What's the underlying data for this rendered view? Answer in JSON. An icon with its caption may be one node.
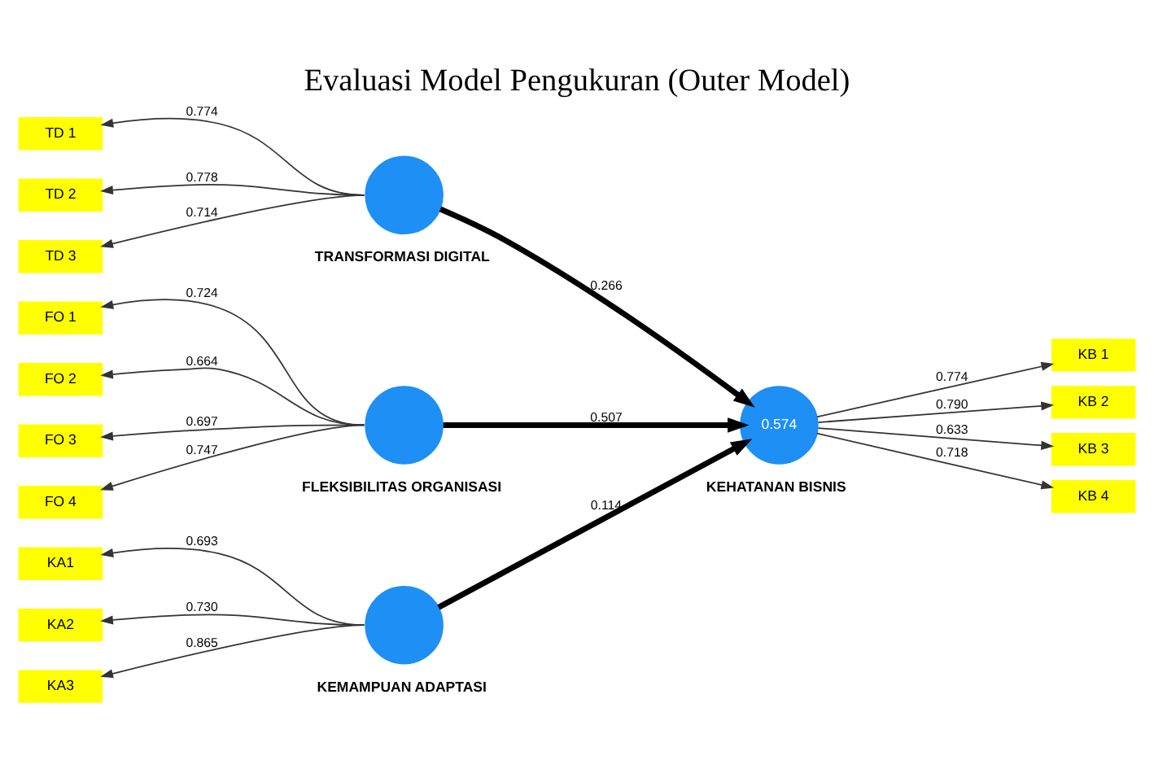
{
  "diagram": {
    "title": "Evaluasi Model Pengukuran (Outer Model)",
    "nodes": [
      {
        "text": [],
        "shape": "circle",
        "beside": [
          "KEMAMPUAN ADAPTASI"
        ]
      },
      {
        "text": [
          "KA1"
        ]
      },
      {
        "text": [
          "KA2"
        ]
      },
      {
        "text": [
          "KA3"
        ]
      },
      {
        "text": [],
        "shape": "circle",
        "beside": [
          "TRANSFORMASI DIGITAL"
        ]
      },
      {
        "text": [
          "TD 1"
        ]
      },
      {
        "text": [
          "TD 2"
        ]
      },
      {
        "text": [
          "TD 3"
        ]
      },
      {
        "text": [],
        "shape": "circle",
        "beside": [
          "FLEKSIBILITAS ORGANISASI"
        ]
      },
      {
        "text": [
          "FO 1"
        ]
      },
      {
        "text": [
          "FO 2"
        ]
      },
      {
        "text": [
          "FO 3"
        ]
      },
      {
        "text": [
          "FO 4"
        ]
      },
      {
        "text": [
          "0.574"
        ],
        "beside": [
          "KEHATANAN BISNIS"
        ]
      },
      {
        "text": [
          "KB 1"
        ]
      },
      {
        "text": [
          "KB 2"
        ]
      },
      {
        "text": [
          "KB 3"
        ]
      },
      {
        "text": [
          "KB 4"
        ]
      }
    ],
    "edges": [
      {
        "from": 0,
        "to": 1,
        "arrow": "to",
        "label": "0.693"
      },
      {
        "from": 0,
        "to": 2,
        "arrow": "to",
        "label": "0.730"
      },
      {
        "from": 0,
        "to": 3,
        "arrow": "to",
        "label": "0.865"
      },
      {
        "from": 4,
        "to": 5,
        "arrow": "to",
        "label": "0.774"
      },
      {
        "from": 4,
        "to": 6,
        "arrow": "to",
        "label": "0.778"
      },
      {
        "from": 4,
        "to": 7,
        "arrow": "to",
        "label": "0.714"
      },
      {
        "from": 8,
        "to": 9,
        "arrow": "to",
        "label": "0.724"
      },
      {
        "from": 8,
        "to": 10,
        "arrow": "to",
        "label": "0.664"
      },
      {
        "from": 8,
        "to": 11,
        "arrow": "to",
        "label": "0.697"
      },
      {
        "from": 8,
        "to": 12,
        "arrow": "to",
        "label": "0.747"
      },
      {
        "from": 0,
        "to": 13,
        "arrow": "to",
        "label": "0.114",
        "style": "thick"
      },
      {
        "from": 4,
        "to": 13,
        "arrow": "to",
        "label": "0.266",
        "style": "thick"
      },
      {
        "from": 8,
        "to": 13,
        "arrow": "to",
        "label": "0.507",
        "style": "thick"
      },
      {
        "from": 13,
        "to": 14,
        "arrow": "to",
        "label": "0.774"
      },
      {
        "from": 13,
        "to": 15,
        "arrow": "to",
        "label": "0.790"
      },
      {
        "from": 13,
        "to": 16,
        "arrow": "to",
        "label": "0.633"
      },
      {
        "from": 13,
        "to": 17,
        "arrow": "to",
        "label": "0.718"
      }
    ]
  }
}
